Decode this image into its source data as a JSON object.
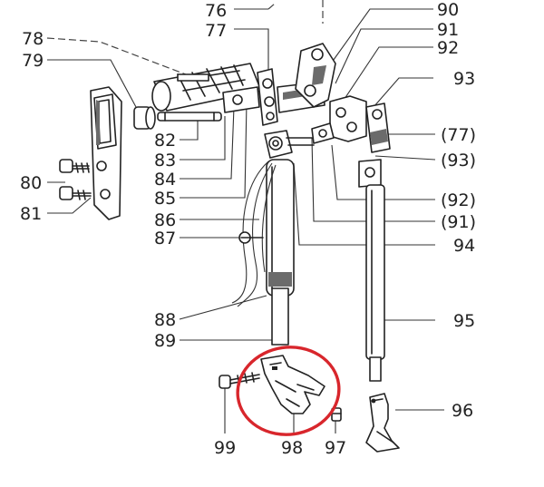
{
  "labels": {
    "l76": "76",
    "l77": "77",
    "l78": "78",
    "l79": "79",
    "l80": "80",
    "l81": "81",
    "l82": "82",
    "l83": "83",
    "l84": "84",
    "l85": "85",
    "l86": "86",
    "l87": "87",
    "l88": "88",
    "l89": "89",
    "l90": "90",
    "l91": "91",
    "l92": "92",
    "l93": "93",
    "l77b": "(77)",
    "l93b": "(93)",
    "l92b": "(92)",
    "l91b": "(91)",
    "l94": "94",
    "l95": "95",
    "l96": "96",
    "l97": "97",
    "l98": "98",
    "l99": "99"
  },
  "highlight": {
    "color": "#d8262c",
    "part": "98"
  },
  "colors": {
    "line": "#222222",
    "background": "#ffffff"
  }
}
